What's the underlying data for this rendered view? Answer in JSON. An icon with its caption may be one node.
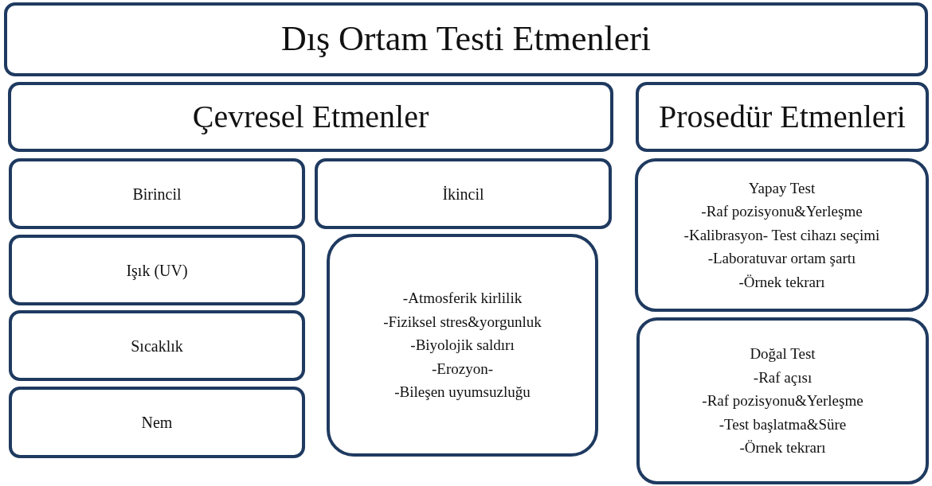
{
  "diagram": {
    "nodes": [
      {
        "text": [
          "Dış Ortam Testi Etmenleri"
        ]
      },
      {
        "text": [
          "Çevresel Etmenler"
        ]
      },
      {
        "text": [
          "Prosedür Etmenleri"
        ]
      },
      {
        "text": [
          "Birincil"
        ]
      },
      {
        "text": [
          "İkincil"
        ]
      },
      {
        "text": [
          "Işık (UV)"
        ]
      },
      {
        "text": [
          "-Atmosferik kirlilik",
          "-Fiziksel stres&yorgunluk",
          "-Biyolojik saldırı",
          "-Erozyon-",
          "-Bileşen uyumsuzluğu"
        ]
      },
      {
        "text": [
          "Sıcaklık"
        ]
      },
      {
        "text": [
          "Nem"
        ]
      },
      {
        "text": [
          "Yapay Test",
          "-Raf pozisyonu&Yerleşme",
          "-Kalibrasyon- Test cihazı seçimi",
          "-Laboratuvar ortam şartı",
          "-Örnek tekrarı"
        ]
      },
      {
        "text": [
          "Doğal Test",
          "-Raf açısı",
          "-Raf pozisyonu&Yerleşme",
          "-Test başlatma&Süre",
          "-Örnek tekrarı"
        ]
      }
    ]
  }
}
